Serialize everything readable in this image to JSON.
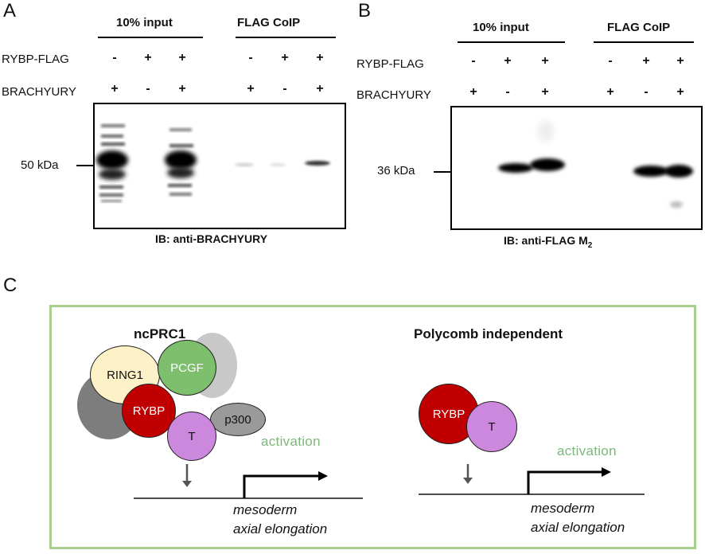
{
  "panels": {
    "A": {
      "letter": "A",
      "header_input": "10% input",
      "header_coip": "FLAG CoIP",
      "row1_label": "RYBP-FLAG",
      "row2_label": "BRACHYURY",
      "row1_signs": [
        "-",
        "+",
        "+",
        "-",
        "+",
        "+"
      ],
      "row2_signs": [
        "+",
        "-",
        "+",
        "+",
        "-",
        "+"
      ],
      "marker": "50 kDa",
      "ib_label": "IB: anti-BRACHYURY"
    },
    "B": {
      "letter": "B",
      "header_input": "10% input",
      "header_coip": "FLAG CoIP",
      "row1_label": "RYBP-FLAG",
      "row2_label": "BRACHYURY",
      "row1_signs": [
        "-",
        "+",
        "+",
        "-",
        "+",
        "+"
      ],
      "row2_signs": [
        "+",
        "-",
        "+",
        "+",
        "-",
        "+"
      ],
      "marker": "36 kDa",
      "ib_label_main": "IB: anti-FLAG M",
      "ib_label_sub": "2"
    },
    "C": {
      "letter": "C",
      "left_title": "ncPRC1",
      "right_title": "Polycomb independent",
      "left_proteins": {
        "ring1": "RING1",
        "pcgf": "PCGF",
        "rybp": "RYBP",
        "t": "T",
        "p300": "p300"
      },
      "right_proteins": {
        "rybp": "RYBP",
        "t": "T"
      },
      "activation": "activation",
      "gene_line1": "mesoderm",
      "gene_line2": "axial elongation",
      "colors": {
        "ring1": "#fdf1c7",
        "pcgf": "#7dbf6d",
        "rybp": "#c00000",
        "t": "#cc88dd",
        "p300": "#9a9a9a",
        "border": "#a8d08d",
        "activation": "#7db87a"
      }
    }
  }
}
